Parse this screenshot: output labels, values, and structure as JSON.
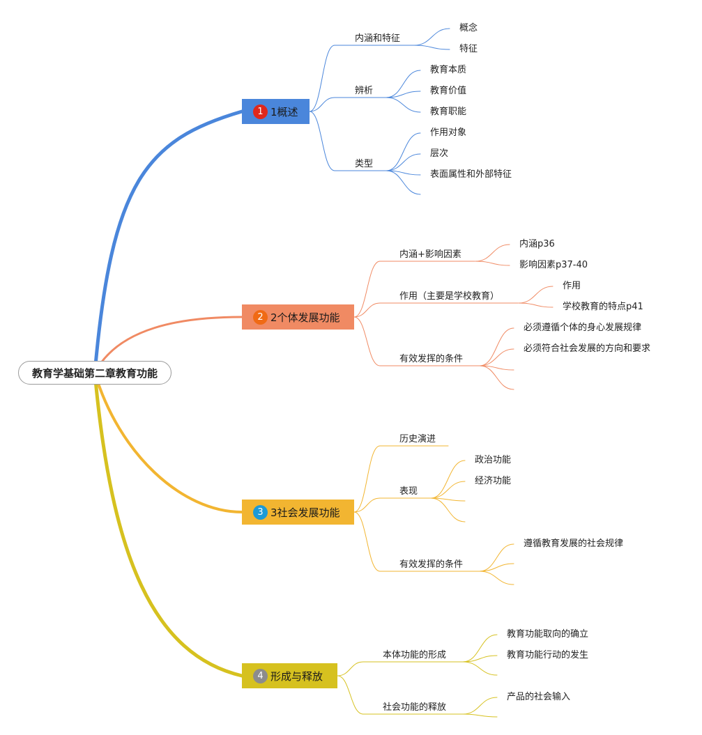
{
  "root": {
    "label": "教育学基础第二章教育功能"
  },
  "branches": [
    {
      "number": "1",
      "label": "1概述",
      "color": "#4a86db",
      "badge_color": "#e0281c",
      "children": [
        {
          "label": "内涵和特征",
          "children": [
            "概念",
            "特征"
          ]
        },
        {
          "label": "辨析",
          "children": [
            "教育本质",
            "教育价值",
            "教育职能"
          ]
        },
        {
          "label": "类型",
          "children": [
            "作用对象",
            "层次",
            "表面属性和外部特征",
            ""
          ]
        }
      ]
    },
    {
      "number": "2",
      "label": "2个体发展功能",
      "color": "#f08a63",
      "badge_color": "#f06a14",
      "children": [
        {
          "label": "内涵+影响因素",
          "children": [
            "内涵p36",
            "影响因素p37-40"
          ]
        },
        {
          "label": "作用（主要是学校教育）",
          "children": [
            "作用",
            "学校教育的特点p41"
          ]
        },
        {
          "label": "有效发挥的条件",
          "children": [
            "必须遵循个体的身心发展规律",
            "必须符合社会发展的方向和要求",
            "",
            ""
          ]
        }
      ]
    },
    {
      "number": "3",
      "label": "3社会发展功能",
      "color": "#f2b531",
      "badge_color": "#1c9ad6",
      "children": [
        {
          "label": "历史演进",
          "children": []
        },
        {
          "label": "表现",
          "children": [
            "政治功能",
            "经济功能",
            "",
            ""
          ]
        },
        {
          "label": "有效发挥的条件",
          "children": [
            "遵循教育发展的社会规律",
            "",
            ""
          ]
        }
      ]
    },
    {
      "number": "4",
      "label": "形成与释放",
      "color": "#d6c11f",
      "badge_color": "#8c8c8c",
      "children": [
        {
          "label": "本体功能的形成",
          "children": [
            "教育功能取向的确立",
            "教育功能行动的发生",
            ""
          ]
        },
        {
          "label": "社会功能的释放",
          "children": [
            "产品的社会输入",
            ""
          ]
        }
      ]
    }
  ]
}
